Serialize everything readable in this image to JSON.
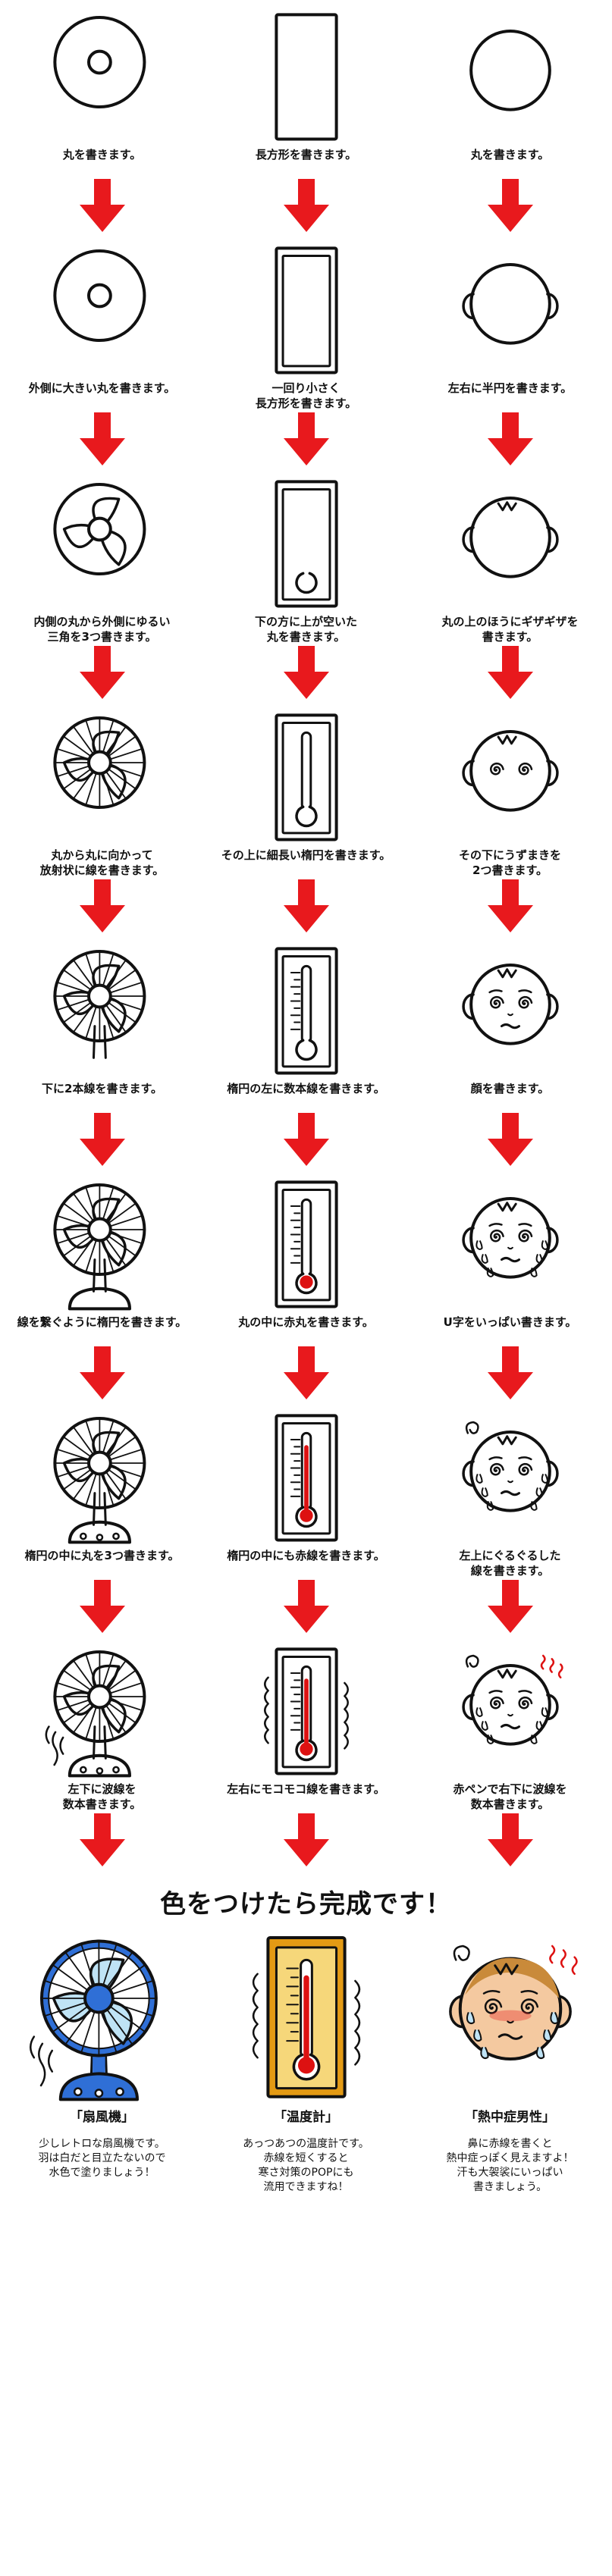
{
  "colors": {
    "ink": "#111111",
    "arrow": "#e8191d",
    "red": "#dd1111",
    "fan_blue": "#2f6fd6",
    "fan_light": "#bfe3f5",
    "thermo_frame": "#e39a14",
    "thermo_panel": "#f6d77a",
    "skin": "#f4c9a0",
    "hair": "#c98a3a"
  },
  "steps": [
    {
      "fan": "丸を書きます。",
      "thermometer": "長方形を書きます。",
      "face": "丸を書きます。"
    },
    {
      "fan": "外側に大きい丸を書きます。",
      "thermometer": "一回り小さく\n長方形を書きます。",
      "face": "左右に半円を書きます。"
    },
    {
      "fan": "内側の丸から外側にゆるい\n三角を3つ書きます。",
      "thermometer": "下の方に上が空いた\n丸を書きます。",
      "face": "丸の上のほうにギザギザを\n書きます。"
    },
    {
      "fan": "丸から丸に向かって\n放射状に線を書きます。",
      "thermometer": "その上に細長い楕円を書きます。",
      "face": "その下にうずまきを\n2つ書きます。"
    },
    {
      "fan": "下に2本線を書きます。",
      "thermometer": "楕円の左に数本線を書きます。",
      "face": "顔を書きます。"
    },
    {
      "fan": "線を繋ぐように楕円を書きます。",
      "thermometer": "丸の中に赤丸を書きます。",
      "face": "U字をいっぱい書きます。"
    },
    {
      "fan": "楕円の中に丸を3つ書きます。",
      "thermometer": "楕円の中にも赤線を書きます。",
      "face": "左上にぐるぐるした\n線を書きます。"
    },
    {
      "fan": "左下に波線を\n数本書きます。",
      "thermometer": "左右にモコモコ線を書きます。",
      "face": "赤ペンで右下に波線を\n数本書きます。"
    }
  ],
  "final": {
    "title": "色をつけたら完成です！",
    "items": [
      {
        "name": "「扇風機」",
        "desc": "少しレトロな扇風機です。\n羽は白だと目立たないので\n水色で塗りましょう！",
        "icon": "electric-fan"
      },
      {
        "name": "「温度計」",
        "desc": "あっつあつの温度計です。\n赤線を短くすると\n寒さ対策のPOPにも\n流用できますね！",
        "icon": "thermometer"
      },
      {
        "name": "「熱中症男性」",
        "desc": "鼻に赤線を書くと\n熱中症っぽく見えますよ！\n汗も大袈裟にいっぱい\n書きましょう。",
        "icon": "heatstroke-man"
      }
    ]
  }
}
